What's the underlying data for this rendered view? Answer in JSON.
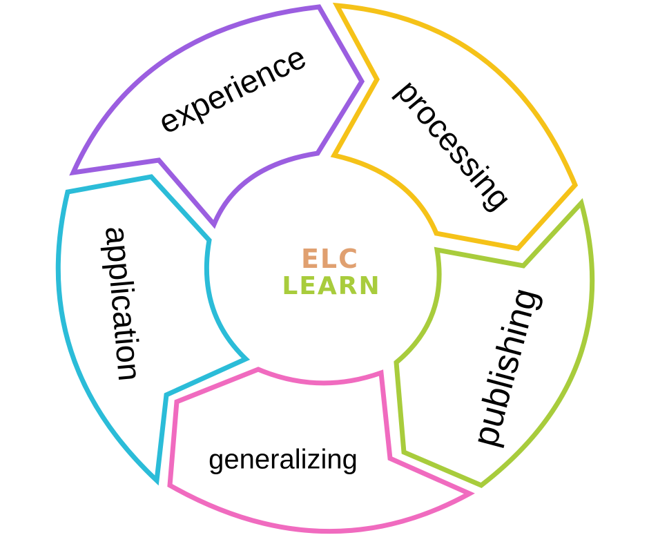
{
  "diagram": {
    "stages": [
      {
        "id": "experience",
        "label": "experience",
        "color": "#9b5ee0"
      },
      {
        "id": "processing",
        "label": "processing",
        "color": "#f5c218"
      },
      {
        "id": "publishing",
        "label": "publishing",
        "color": "#a8cc3c"
      },
      {
        "id": "generalizing",
        "label": "generalizing",
        "color": "#f06bbf"
      },
      {
        "id": "application",
        "label": "application",
        "color": "#2bbcd8"
      }
    ],
    "center": {
      "line1": "ELC",
      "line2": "LEARN",
      "line1_color": "#e0a070",
      "line2_color": "#a8cc3c"
    }
  }
}
